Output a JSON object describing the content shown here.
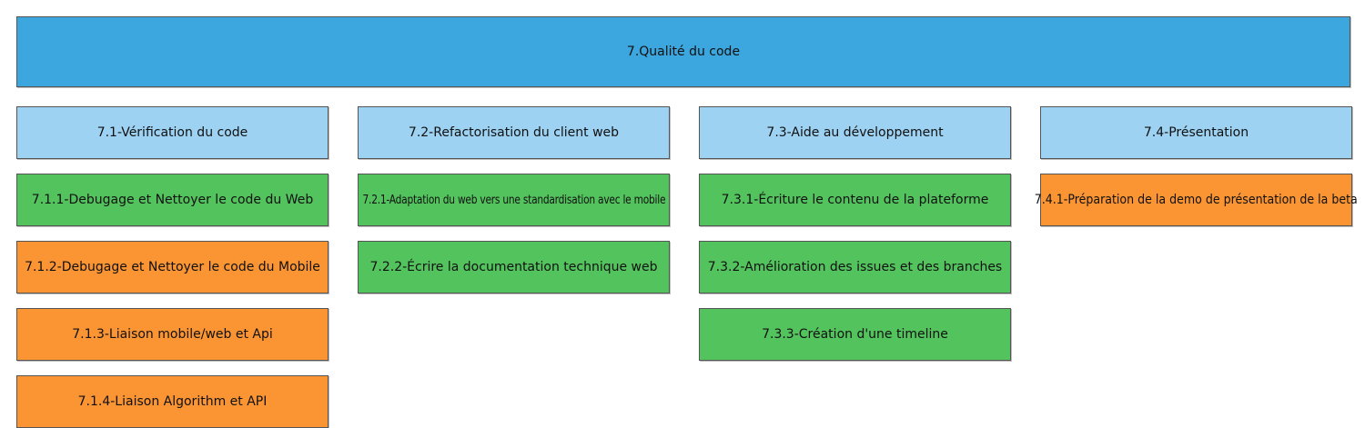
{
  "colors": {
    "root": "#3ca6de",
    "category": "#9dd2f2",
    "green": "#53c35d",
    "orange": "#fb9533",
    "border": "#555555"
  },
  "root": {
    "label": "7.Qualité du code"
  },
  "categories": [
    {
      "label": "7.1-Vérification du code",
      "tasks": [
        {
          "label": "7.1.1-Debugage et Nettoyer le code du Web",
          "status": "green"
        },
        {
          "label": "7.1.2-Debugage et Nettoyer le code du Mobile",
          "status": "orange"
        },
        {
          "label": "7.1.3-Liaison mobile/web et Api",
          "status": "orange"
        },
        {
          "label": "7.1.4-Liaison Algorithm et API",
          "status": "orange"
        }
      ]
    },
    {
      "label": "7.2-Refactorisation du client web",
      "tasks": [
        {
          "label": "7.2.1-Adaptation du web vers une standardisation avec le mobile",
          "status": "green"
        },
        {
          "label": "7.2.2-Écrire la documentation technique web",
          "status": "green"
        }
      ]
    },
    {
      "label": "7.3-Aide au développement",
      "tasks": [
        {
          "label": "7.3.1-Écriture le contenu de la plateforme",
          "status": "green"
        },
        {
          "label": "7.3.2-Amélioration des issues et des branches",
          "status": "green"
        },
        {
          "label": "7.3.3-Création d'une timeline",
          "status": "green"
        }
      ]
    },
    {
      "label": "7.4-Présentation",
      "tasks": [
        {
          "label": "7.4.1-Préparation de la demo de présentation de la beta",
          "status": "orange"
        }
      ]
    }
  ]
}
